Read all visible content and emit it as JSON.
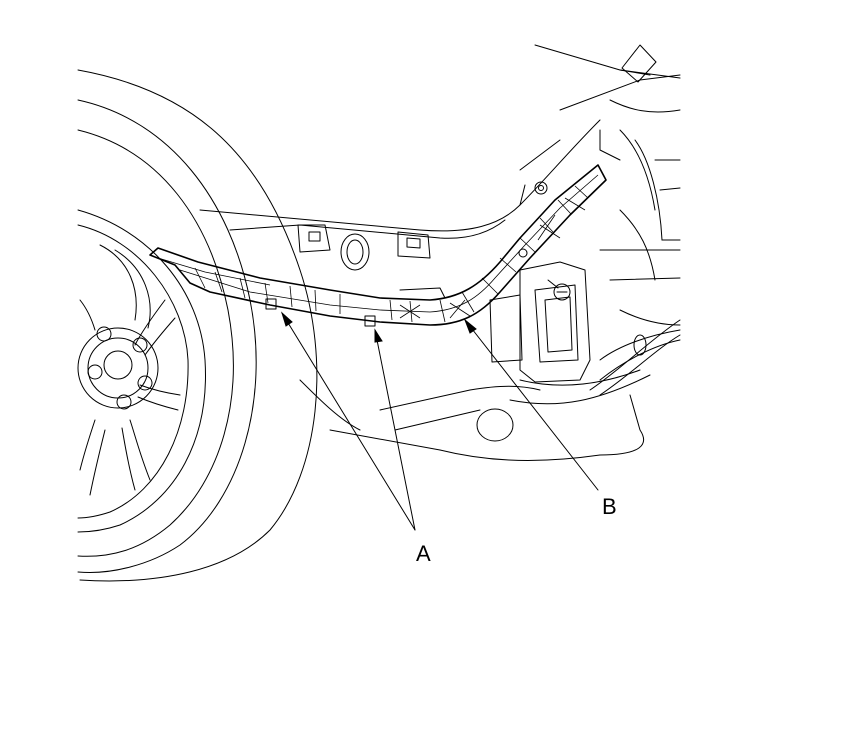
{
  "labels": {
    "A": "A",
    "B": "B"
  },
  "parts": {
    "wheel": "wheel-tire",
    "bracket": "bumper-side-bracket",
    "clips": "retaining-clips",
    "screw": "mounting-screw"
  },
  "colors": {
    "line": "#000000",
    "background": "#ffffff"
  }
}
